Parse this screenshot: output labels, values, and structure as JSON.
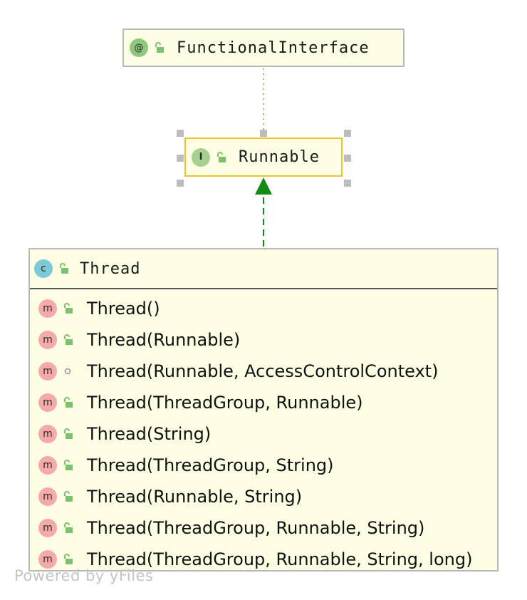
{
  "diagram": {
    "nodes": {
      "functional_interface": {
        "kind": "annotation",
        "badge": "@",
        "visibility": "public",
        "name": "FunctionalInterface"
      },
      "runnable": {
        "kind": "interface",
        "badge": "I",
        "visibility": "public",
        "name": "Runnable",
        "selected": true
      },
      "thread": {
        "kind": "class",
        "badge": "c",
        "visibility": "public",
        "name": "Thread",
        "methods": [
          {
            "badge": "m",
            "visibility": "public",
            "label": "Thread()"
          },
          {
            "badge": "m",
            "visibility": "public",
            "label": "Thread(Runnable)"
          },
          {
            "badge": "m",
            "visibility": "package-private",
            "label": "Thread(Runnable, AccessControlContext)"
          },
          {
            "badge": "m",
            "visibility": "public",
            "label": "Thread(ThreadGroup, Runnable)"
          },
          {
            "badge": "m",
            "visibility": "public",
            "label": "Thread(String)"
          },
          {
            "badge": "m",
            "visibility": "public",
            "label": "Thread(ThreadGroup, String)"
          },
          {
            "badge": "m",
            "visibility": "public",
            "label": "Thread(Runnable, String)"
          },
          {
            "badge": "m",
            "visibility": "public",
            "label": "Thread(ThreadGroup, Runnable, String)"
          },
          {
            "badge": "m",
            "visibility": "public",
            "label": "Thread(ThreadGroup, Runnable, String, long)"
          }
        ]
      }
    },
    "edges": [
      {
        "from": "runnable",
        "to": "functional_interface",
        "style": "dotted",
        "color": "#a8b87a"
      },
      {
        "from": "thread",
        "to": "runnable",
        "style": "dashed",
        "arrow": "hollow-triangle-filled",
        "color": "#138a13"
      }
    ],
    "colors": {
      "node_fill": "#fefee4",
      "node_border": "#b8b8b8",
      "selected_border": "#f0c324",
      "public_lock": "#7cc26e",
      "implements_edge": "#138a13"
    },
    "footer": "Powered by yFiles"
  }
}
